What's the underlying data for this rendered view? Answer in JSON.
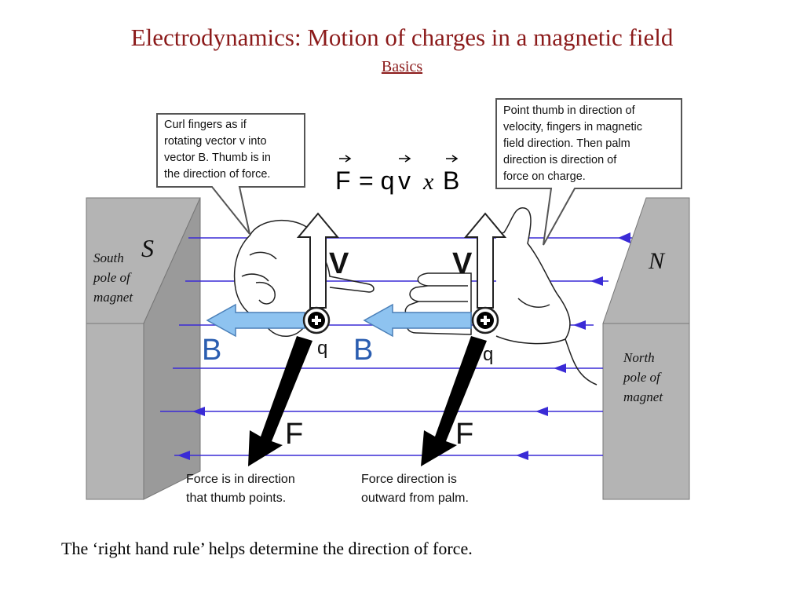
{
  "slide": {
    "title": "Electrodynamics:  Motion of charges in a magnetic field",
    "subtitle": "Basics",
    "caption": "The ‘right hand rule’ helps determine the direction of force."
  },
  "diagram": {
    "formula": {
      "F": "F",
      "eq": "= q",
      "v": "v",
      "x": "x",
      "B": "B"
    },
    "callout_left": [
      "Curl fingers as if",
      "rotating vector v into",
      "vector B. Thumb is in",
      "the direction of force."
    ],
    "callout_right": [
      "Point thumb in direction of",
      "velocity, fingers in magnetic",
      "field direction. Then palm",
      "direction is direction of",
      "force on charge."
    ],
    "south_magnet": {
      "letter": "S",
      "label": [
        "South",
        "pole of",
        "magnet"
      ]
    },
    "north_magnet": {
      "letter": "N",
      "label": [
        "North",
        "pole of",
        "magnet"
      ]
    },
    "left_hand": {
      "v": "V",
      "B": "B",
      "q": "q",
      "F": "F",
      "note": [
        "Force is in direction",
        "that thumb points."
      ]
    },
    "right_hand": {
      "v": "V",
      "B": "B",
      "q": "q",
      "F": "F",
      "note": [
        "Force direction is",
        "outward from palm."
      ]
    },
    "colors": {
      "field_line": "#3a2bd6",
      "b_arrow": "#8ec3f0",
      "magnet": "#b4b4b4",
      "title": "#8b1a1a"
    }
  }
}
